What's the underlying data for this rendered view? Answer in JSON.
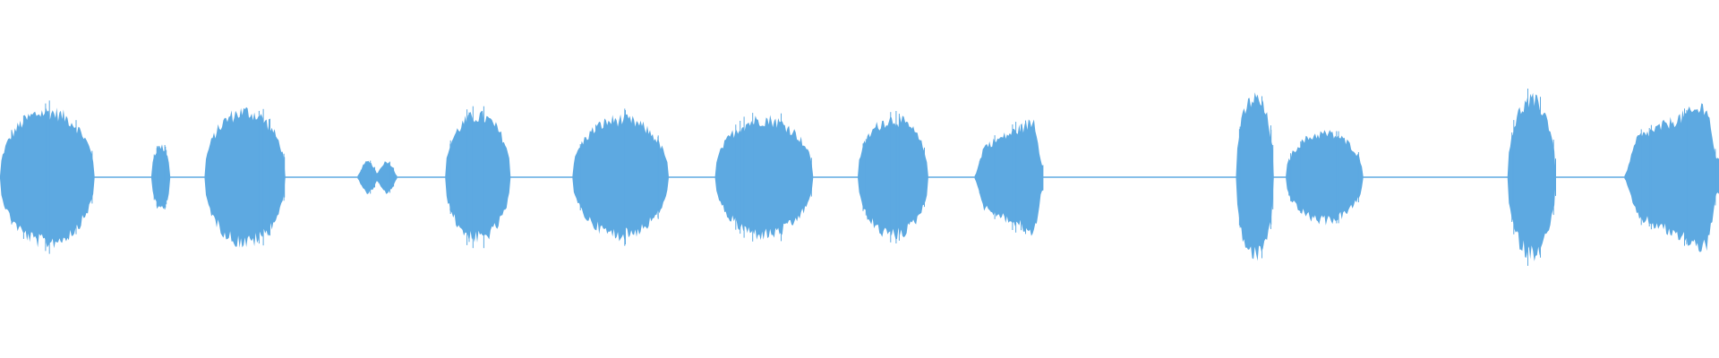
{
  "waveform": {
    "color": "#5DA9E1",
    "background": "#FFFFFF",
    "segments": [
      {
        "kind": "burst",
        "start": 0.0,
        "end": 0.055,
        "peak": 0.6,
        "shape": "dome"
      },
      {
        "kind": "burst",
        "start": 0.088,
        "end": 0.099,
        "peak": 0.28,
        "shape": "dome"
      },
      {
        "kind": "burst",
        "start": 0.119,
        "end": 0.166,
        "peak": 0.6,
        "shape": "dome"
      },
      {
        "kind": "burst",
        "start": 0.208,
        "end": 0.231,
        "peak": 0.17,
        "shape": "bowtie"
      },
      {
        "kind": "burst",
        "start": 0.259,
        "end": 0.297,
        "peak": 0.56,
        "shape": "dome"
      },
      {
        "kind": "burst",
        "start": 0.333,
        "end": 0.389,
        "peak": 0.53,
        "shape": "dome"
      },
      {
        "kind": "burst",
        "start": 0.416,
        "end": 0.473,
        "peak": 0.53,
        "shape": "dome"
      },
      {
        "kind": "burst",
        "start": 0.499,
        "end": 0.54,
        "peak": 0.53,
        "shape": "dome"
      },
      {
        "kind": "burst",
        "start": 0.567,
        "end": 0.607,
        "peak": 0.53,
        "shape": "rising"
      },
      {
        "kind": "burst",
        "start": 0.719,
        "end": 0.741,
        "peak": 0.72,
        "shape": "dome"
      },
      {
        "kind": "burst",
        "start": 0.748,
        "end": 0.793,
        "peak": 0.4,
        "shape": "dome"
      },
      {
        "kind": "burst",
        "start": 0.877,
        "end": 0.905,
        "peak": 0.7,
        "shape": "dome"
      },
      {
        "kind": "burst",
        "start": 0.945,
        "end": 1.0,
        "peak": 0.68,
        "shape": "rising"
      }
    ]
  }
}
